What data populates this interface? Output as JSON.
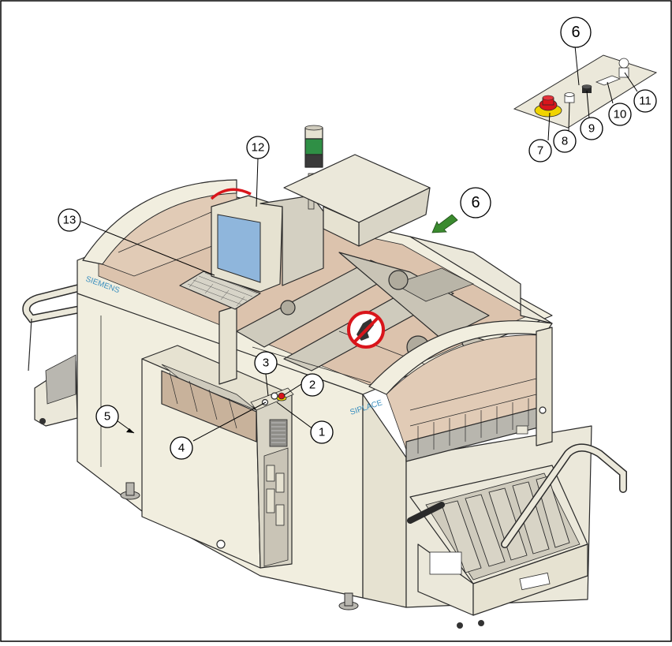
{
  "brand_labels": {
    "siemens": "SIEMENS",
    "siplace": "SIPLACE"
  },
  "callouts": {
    "c1": "1",
    "c2": "2",
    "c3": "3",
    "c4": "4",
    "c5": "5",
    "c6_inset": "6",
    "c6_arrow": "6",
    "c7": "7",
    "c8": "8",
    "c9": "9",
    "c10": "10",
    "c11": "11",
    "c12": "12",
    "c13": "13"
  },
  "colors": {
    "machine_body": "#f1eedf",
    "interior": "#dcc3ad",
    "monitor_screen": "#8fb6dc",
    "emergency_stop": "#d9151b",
    "emergency_ring": "#f0d400",
    "direction_arrow": "#3a8a2e",
    "signal_lamp": "#2f8f45",
    "brand_text": "#3a8fbf",
    "prohibition_sign": "#d9151b"
  },
  "icons": {
    "emergency_stop": "emergency-stop-icon",
    "no_hands": "no-reaching-in-icon",
    "key_switch": "key-switch-icon",
    "arrow": "green-arrow-icon"
  }
}
